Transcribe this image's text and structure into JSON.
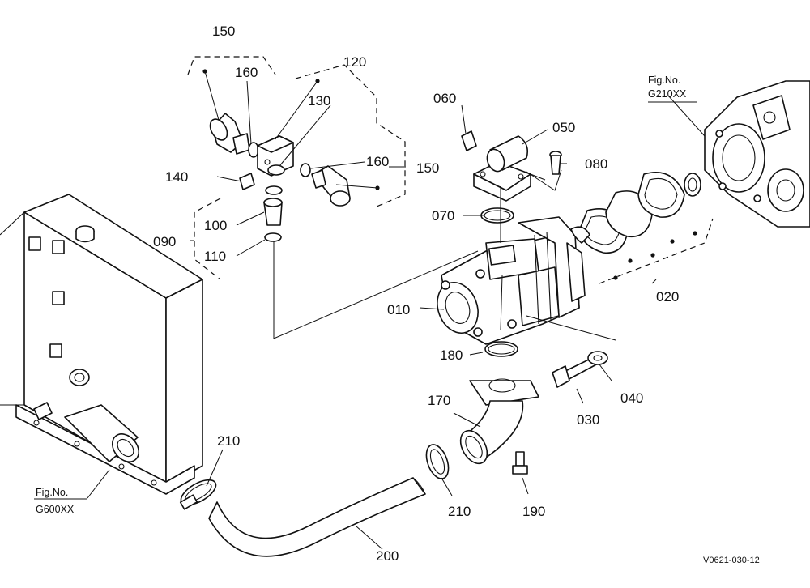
{
  "figure_code": "V0621-030-12",
  "references": [
    {
      "id": "ref-g210",
      "line1": "Fig.No.",
      "line2": "G210XX"
    },
    {
      "id": "ref-g600",
      "line1": "Fig.No.",
      "line2": "G600XX"
    }
  ],
  "callouts": [
    {
      "id": "c150a",
      "text": "150"
    },
    {
      "id": "c160a",
      "text": "160"
    },
    {
      "id": "c120",
      "text": "120"
    },
    {
      "id": "c130",
      "text": "130"
    },
    {
      "id": "c160b",
      "text": "160"
    },
    {
      "id": "c150b",
      "text": "150"
    },
    {
      "id": "c140",
      "text": "140"
    },
    {
      "id": "c090",
      "text": "090"
    },
    {
      "id": "c100",
      "text": "100"
    },
    {
      "id": "c110",
      "text": "110"
    },
    {
      "id": "c060",
      "text": "060"
    },
    {
      "id": "c050",
      "text": "050"
    },
    {
      "id": "c080",
      "text": "080"
    },
    {
      "id": "c070",
      "text": "070"
    },
    {
      "id": "c010",
      "text": "010"
    },
    {
      "id": "c020",
      "text": "020"
    },
    {
      "id": "c180",
      "text": "180"
    },
    {
      "id": "c040",
      "text": "040"
    },
    {
      "id": "c030",
      "text": "030"
    },
    {
      "id": "c170",
      "text": "170"
    },
    {
      "id": "c210a",
      "text": "210"
    },
    {
      "id": "c210b",
      "text": "210"
    },
    {
      "id": "c190",
      "text": "190"
    },
    {
      "id": "c200",
      "text": "200"
    }
  ]
}
